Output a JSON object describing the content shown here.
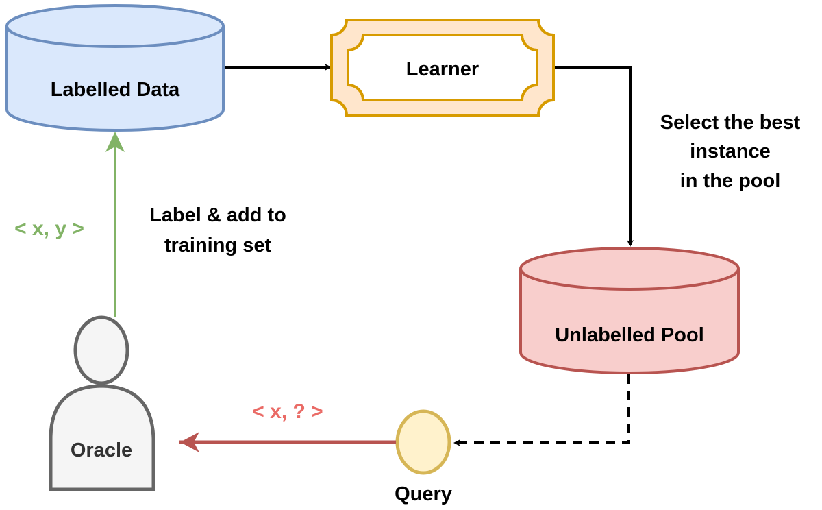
{
  "nodes": {
    "labelled_data": {
      "label": "Labelled Data",
      "fill": "#dae8fc",
      "stroke": "#6c8ebf"
    },
    "learner": {
      "label": "Learner",
      "fill": "#ffe6cc",
      "stroke": "#d79b00"
    },
    "unlabelled_pool": {
      "label": "Unlabelled Pool",
      "fill": "#f8cecc",
      "stroke": "#b85450"
    },
    "query": {
      "label": "Query",
      "fill": "#fff2cc",
      "stroke": "#d6b656"
    },
    "oracle": {
      "label": "Oracle",
      "fill": "#f5f5f5",
      "stroke": "#666666"
    }
  },
  "edges": {
    "select": {
      "lines": [
        "Select the best",
        "instance",
        "in the pool"
      ]
    },
    "label_add": {
      "lines": [
        "Label & add to",
        "training set"
      ]
    },
    "labelled_pair": {
      "label": "< x, y >",
      "color": "#82b366"
    },
    "query_pair": {
      "label": "< x, ? >",
      "color": "#ea6b66"
    }
  }
}
